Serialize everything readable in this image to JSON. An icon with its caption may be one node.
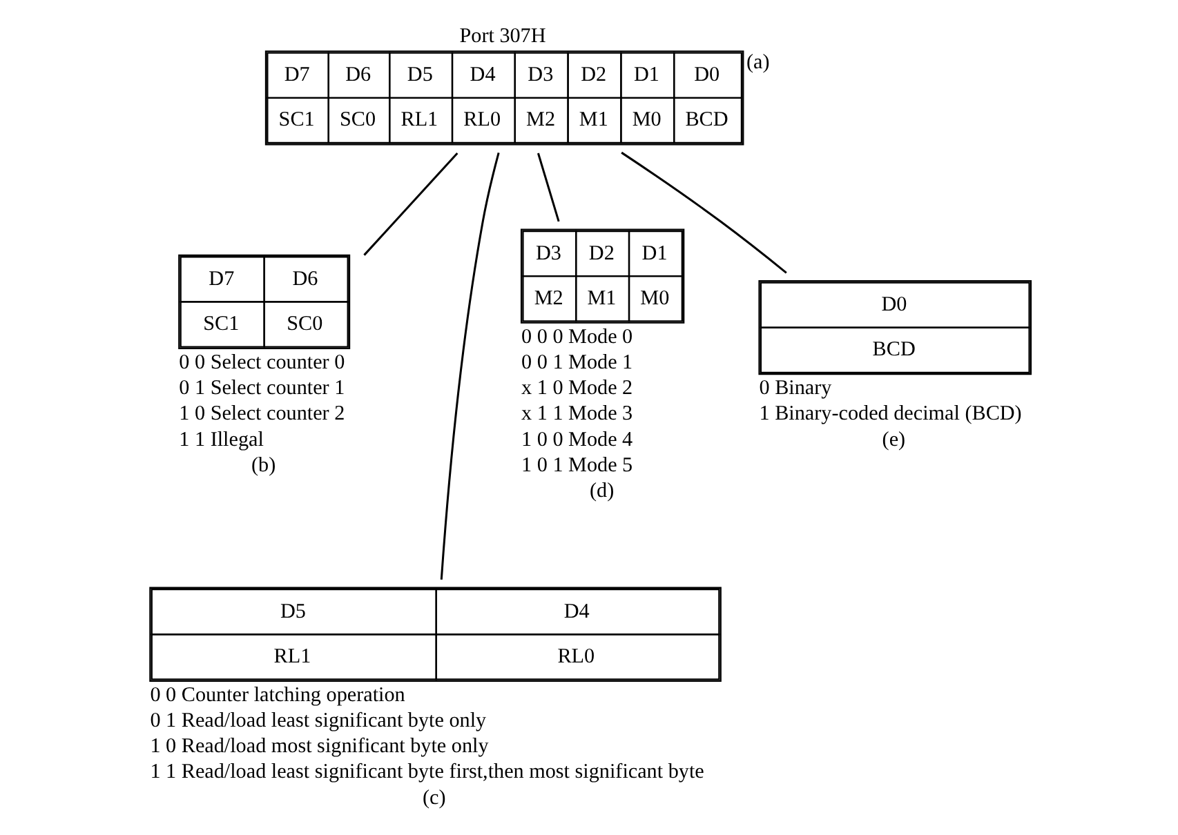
{
  "diagram": {
    "nodes": [
      {
        "text": [
          "Port 307H",
          "D7",
          "D6",
          "D5",
          "D4",
          "D3",
          "D2",
          "D1",
          "D0",
          "SC1",
          "SC0",
          "RL1",
          "RL0",
          "M2",
          "M1",
          "M0",
          "BCD"
        ],
        "beside": [
          "(a)"
        ]
      },
      {
        "text": [
          "D7",
          "D6",
          "SC1",
          "SC0"
        ],
        "beside": [
          "0 0 Select counter 0",
          "0 1 Select counter 1",
          "1 0 Select counter 2",
          "1 1 Illegal",
          "(b)"
        ]
      },
      {
        "text": [
          "D5",
          "D4",
          "RL1",
          "RL0"
        ],
        "beside": [
          "0 0 Counter latching operation",
          "0 1 Read/load least significant byte only",
          "1 0 Read/load most significant byte only",
          "1 1 Read/load least significant byte first,then most significant byte",
          "(c)"
        ]
      },
      {
        "text": [
          "D3",
          "D2",
          "D1",
          "M2",
          "M1",
          "M0"
        ],
        "beside": [
          "0 0 0 Mode 0",
          "0 0 1 Mode 1",
          "x 1 0 Mode 2",
          "x 1 1 Mode 3",
          "1 0 0 Mode 4",
          "1 0 1 Mode 5",
          "(d)"
        ]
      },
      {
        "text": [
          "D0",
          "BCD"
        ],
        "beside": [
          "0 Binary",
          "1 Binary-coded decimal (BCD)",
          "(e)"
        ]
      }
    ],
    "edges": [
      {
        "from": 0,
        "to": 1,
        "arrow": "none"
      },
      {
        "from": 0,
        "to": 2,
        "arrow": "none"
      },
      {
        "from": 0,
        "to": 3,
        "arrow": "none"
      },
      {
        "from": 0,
        "to": 4,
        "arrow": "none"
      }
    ]
  }
}
